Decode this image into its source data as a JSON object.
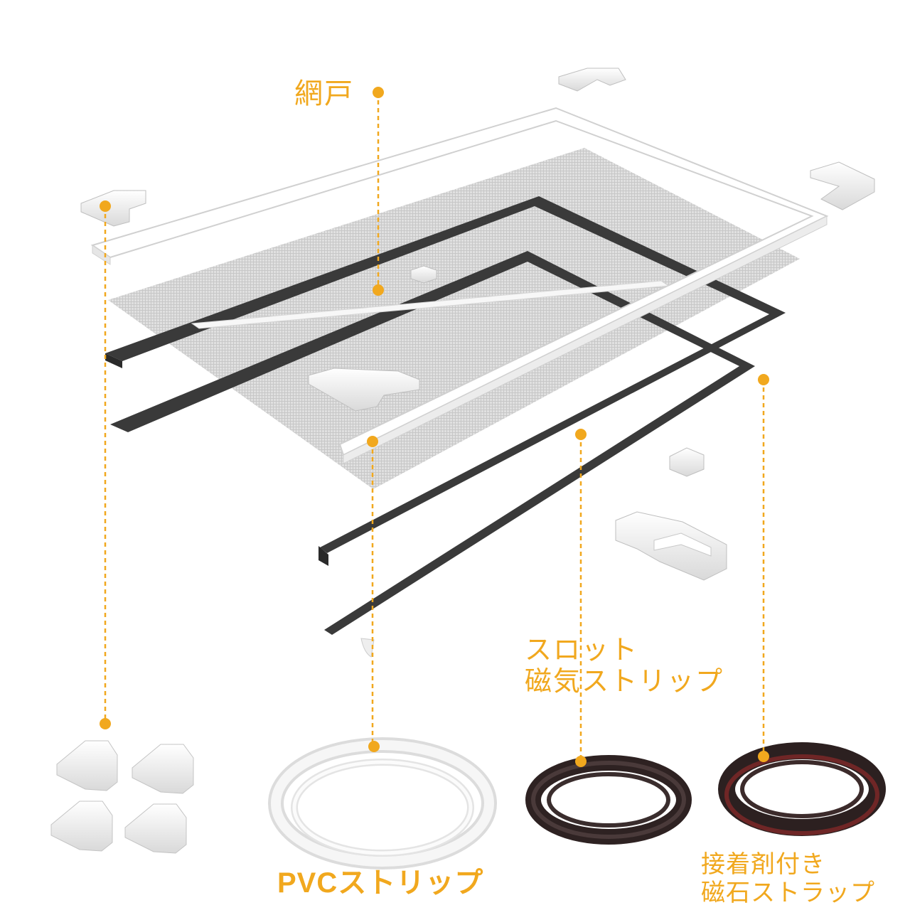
{
  "labels": {
    "screen": "網戸",
    "slot_line1": "スロット",
    "slot_line2": "磁気ストリップ",
    "pvc": "PVCストリップ",
    "adhesive_line1": "接着剤付き",
    "adhesive_line2": "磁石ストラップ"
  },
  "colors": {
    "accent": "#F1A81E",
    "strip_dark": "#3a3a3a",
    "frame_white": "#ffffff",
    "mesh_gray": "#d4d4d4",
    "magnet_tape_red": "#8b2a2a"
  }
}
